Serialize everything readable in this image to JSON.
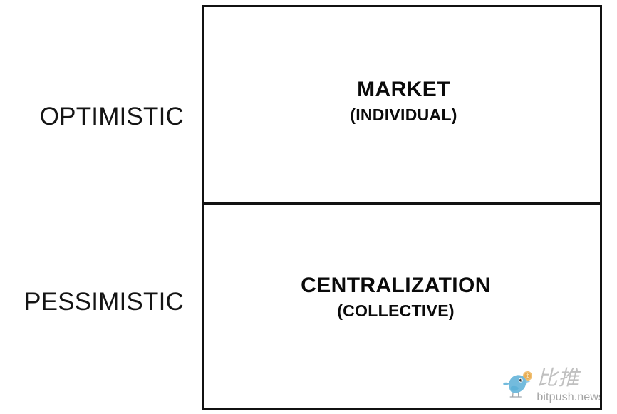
{
  "diagram": {
    "type": "2x2-matrix",
    "axis_labels": [
      {
        "id": "optimistic",
        "text": "OPTIMISTIC"
      },
      {
        "id": "pessimistic",
        "text": "PESSIMISTIC"
      }
    ],
    "quadrants": [
      {
        "id": "market",
        "title": "MARKET",
        "subtitle": "(INDIVIDUAL)",
        "row_label": "OPTIMISTIC"
      },
      {
        "id": "centralization",
        "title": "CENTRALIZATION",
        "subtitle": "(COLLECTIVE)",
        "row_label": "PESSIMISTIC"
      }
    ]
  },
  "watermark": {
    "bird_icon": "bird-icon",
    "coin_icon": "coin-icon",
    "brand_cn": "比推",
    "domain": "bitpush.news"
  },
  "colors": {
    "border": "#111111",
    "text": "#0a0a0a",
    "axis_text": "#141414",
    "background": "#ffffff",
    "bird_body": "#6cb8dc",
    "bird_body_dark": "#4fa3cc",
    "coin": "#e8a94e",
    "coin_light": "#f4cd86",
    "watermark_cn": "#bdbdbd",
    "watermark_domain": "#a0a0a0"
  }
}
